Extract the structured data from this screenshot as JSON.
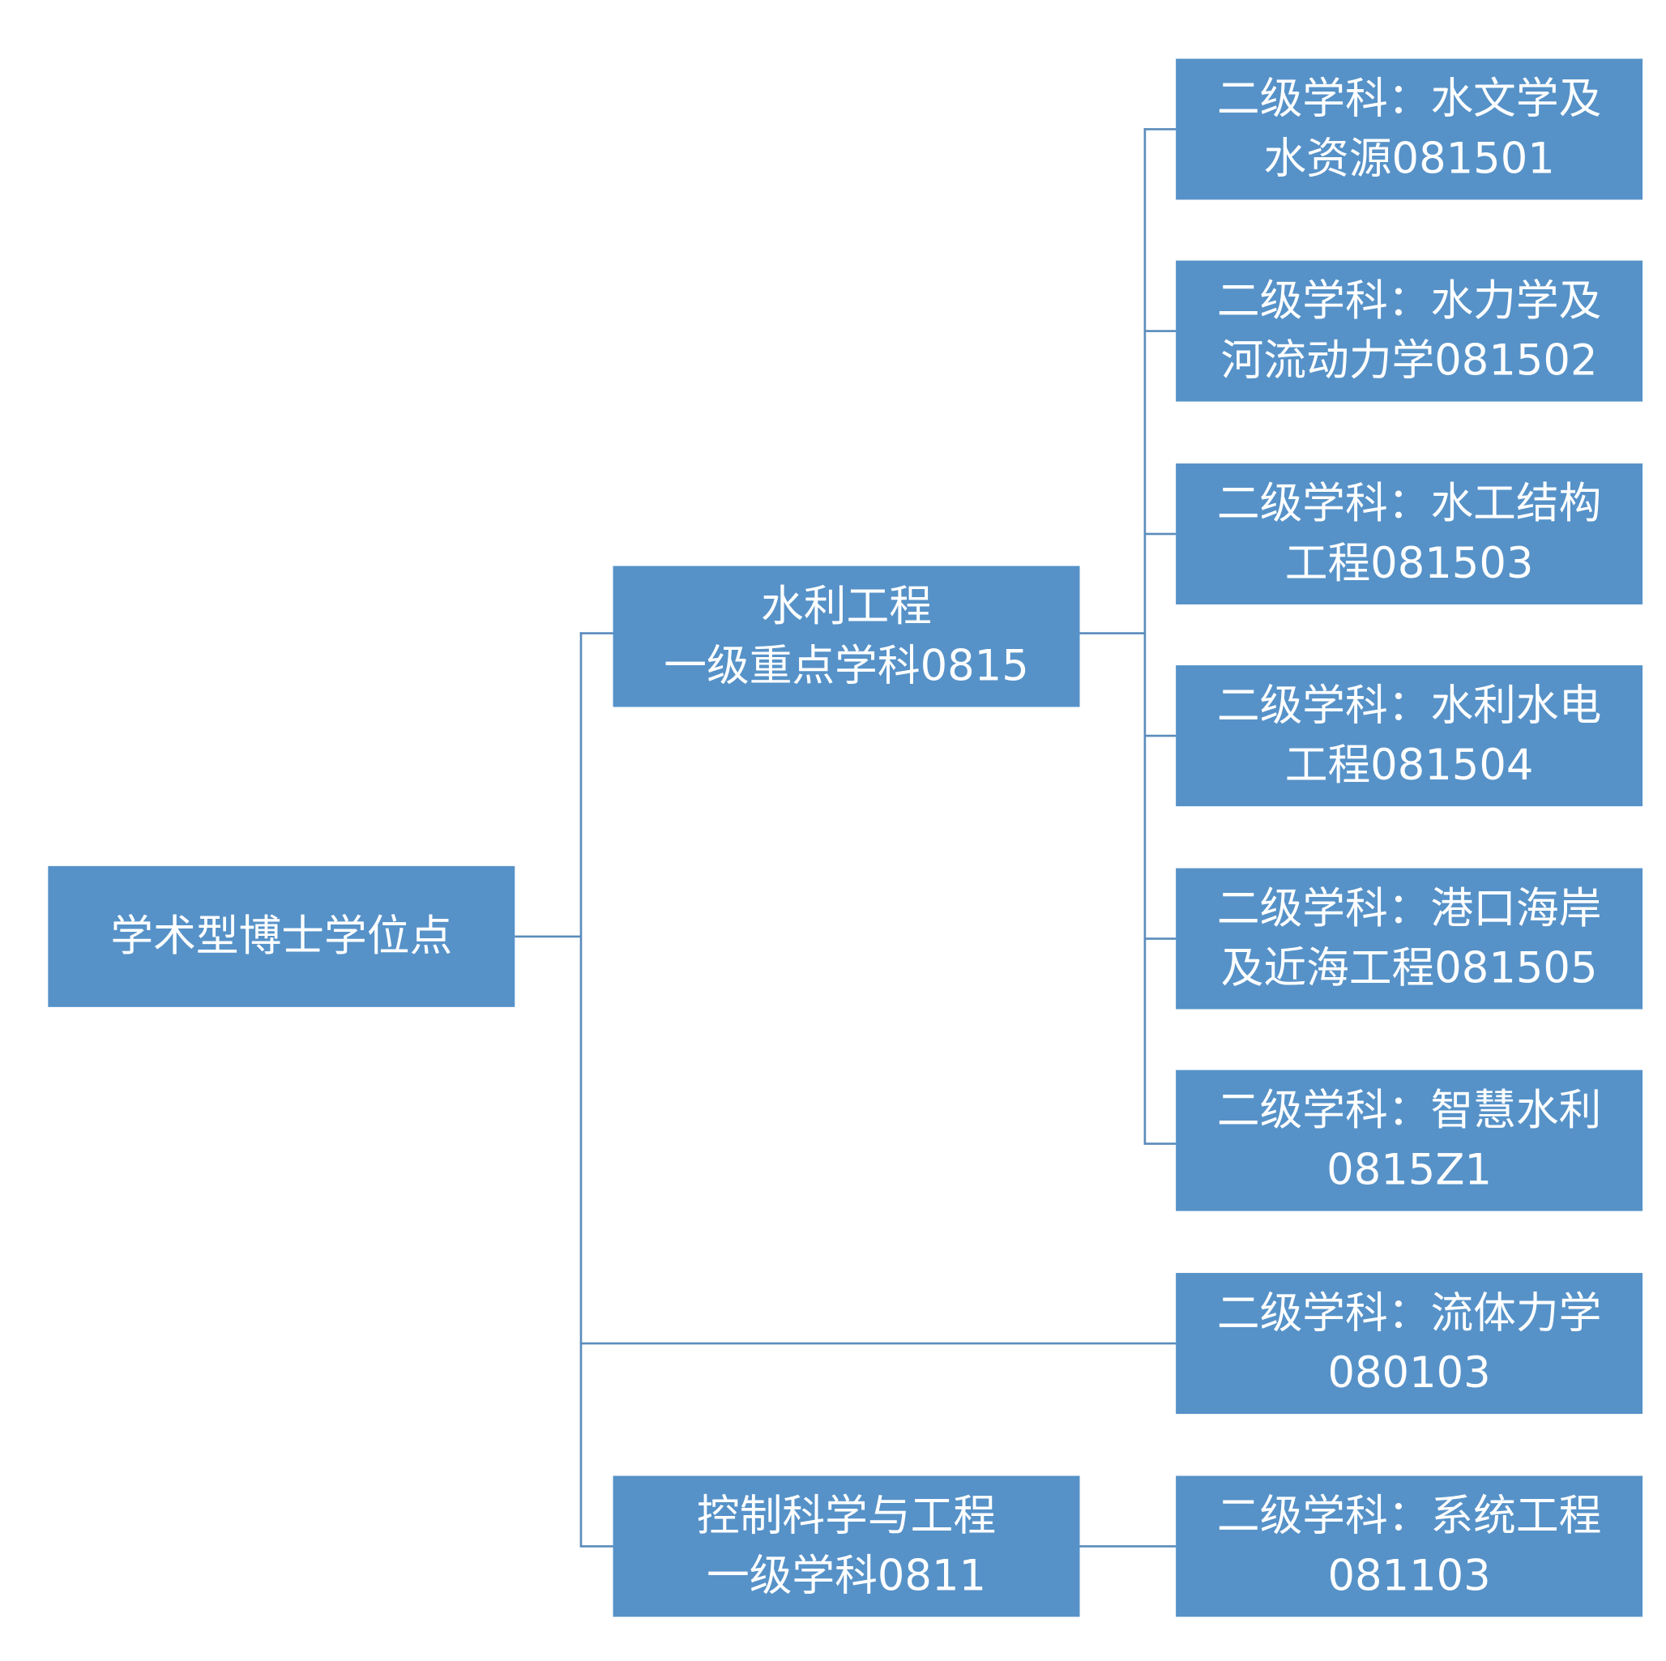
{
  "root": {
    "label": "学术型博士学位点"
  },
  "level1": [
    {
      "line1": "水利工程",
      "line2": "一级重点学科0815"
    },
    {
      "line1": "控制科学与工程",
      "line2": "一级学科0811"
    }
  ],
  "level2": [
    {
      "line1": "二级学科：水文学及",
      "line2": "水资源081501"
    },
    {
      "line1": "二级学科：水力学及",
      "line2": "河流动力学081502"
    },
    {
      "line1": "二级学科：水工结构",
      "line2": "工程081503"
    },
    {
      "line1": "二级学科：水利水电",
      "line2": "工程081504"
    },
    {
      "line1": "二级学科：港口海岸",
      "line2": "及近海工程081505"
    },
    {
      "line1": "二级学科：智慧水利",
      "line2": "0815Z1"
    },
    {
      "line1": "二级学科：流体力学",
      "line2": "080103"
    },
    {
      "line1": "二级学科：系统工程",
      "line2": "081103"
    }
  ],
  "colors": {
    "box": "#5692c8",
    "line": "#5a8cbc"
  }
}
